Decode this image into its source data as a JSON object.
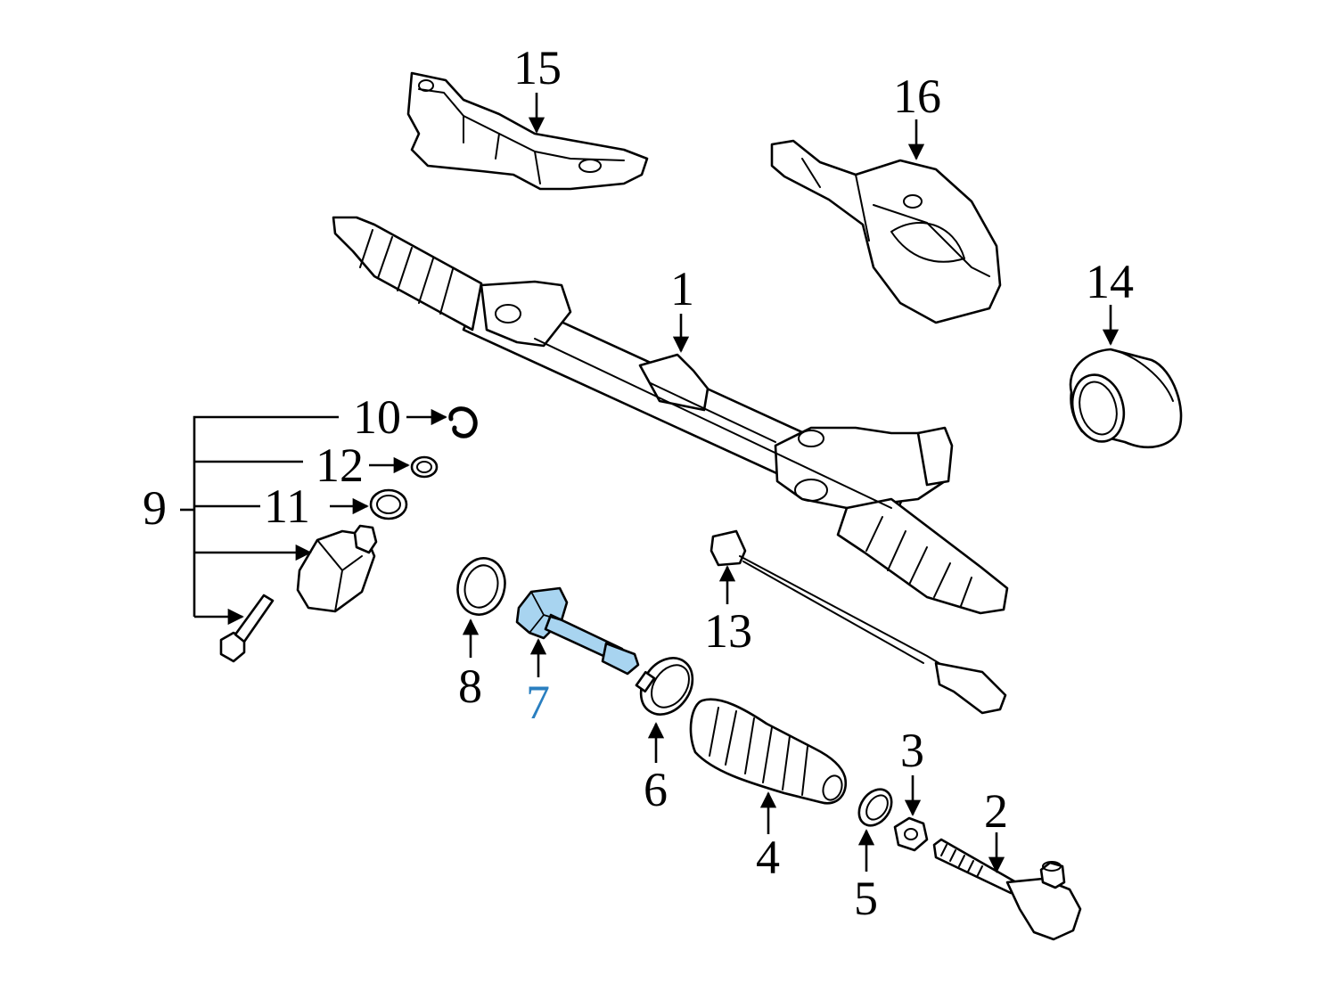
{
  "diagram": {
    "highlight_color": "#a8d4f0",
    "highlight_label_color": "#2a7fc0",
    "line_color": "#000000",
    "highlighted_part": "7",
    "callouts": {
      "c1": "1",
      "c2": "2",
      "c3": "3",
      "c4": "4",
      "c5": "5",
      "c6": "6",
      "c7": "7",
      "c8": "8",
      "c9": "9",
      "c10": "10",
      "c11": "11",
      "c12": "12",
      "c13": "13",
      "c14": "14",
      "c15": "15",
      "c16": "16"
    }
  }
}
